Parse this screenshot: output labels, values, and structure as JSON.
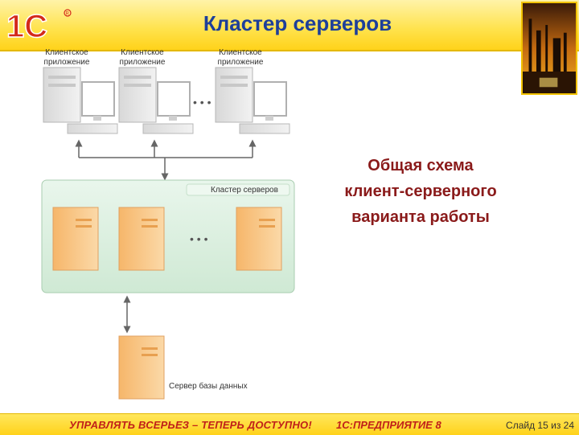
{
  "header": {
    "logo_text": "1С",
    "title": "Кластер серверов"
  },
  "diagram": {
    "client_label_line1": "Клиентское",
    "client_label_line2": "приложение",
    "ellipsis": "• • •",
    "cluster_label": "Кластер серверов",
    "db_label": "Сервер базы данных"
  },
  "text": {
    "line1": "Общая схема",
    "line2": "клиент-серверного",
    "line3": "варианта работы"
  },
  "footer": {
    "slogan": "УПРАВЛЯТЬ ВСЕРЬЕЗ – ТЕПЕРЬ ДОСТУПНО!",
    "product": "1С:ПРЕДПРИЯТИЕ 8",
    "slide_indicator": "Слайд 15 из 24"
  },
  "colors": {
    "title": "#1d3f9a",
    "accent_red": "#c0201a",
    "header_yellow": "#ffe24a",
    "cluster_green": "#d8efdc",
    "server_orange": "#f7c98f"
  }
}
